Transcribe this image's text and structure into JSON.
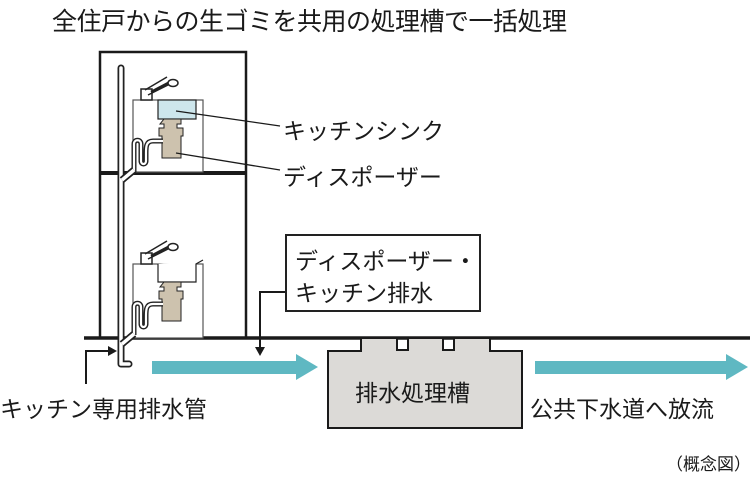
{
  "title": "全住戸からの生ゴミを共用の処理槽で一括処理",
  "labels": {
    "kitchen_sink": "キッチンシンク",
    "disposer": "ディスポーザー",
    "callout_line1": "ディスポーザー・",
    "callout_line2": "キッチン排水",
    "kitchen_drain_pipe": "キッチン専用排水管",
    "treatment_tank": "排水処理槽",
    "public_sewer": "公共下水道へ放流",
    "note": "（概念図）"
  },
  "colors": {
    "flow_arrow": "#5fb8c2",
    "sink_water": "#cde6ec",
    "disposer_body": "#cdc2ae",
    "tank_fill": "#dcdad7",
    "line": "#1a1a1a"
  },
  "floors": [
    {
      "name": "upper-unit",
      "sink_has_water": true
    },
    {
      "name": "lower-unit",
      "sink_has_water": false
    }
  ]
}
